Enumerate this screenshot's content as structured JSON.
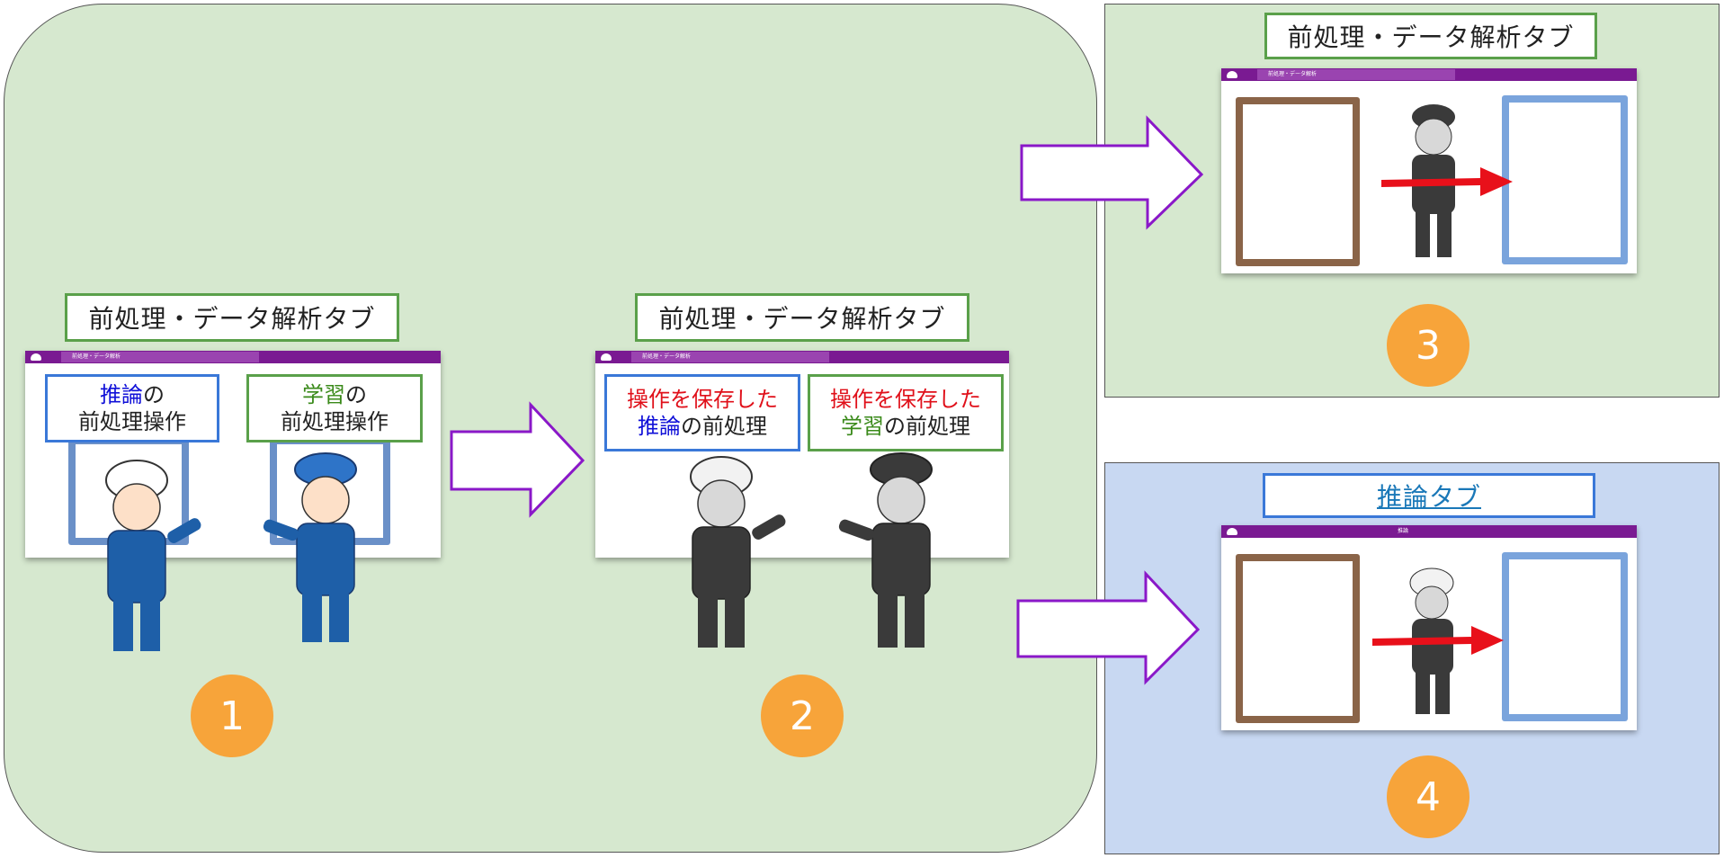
{
  "tab_preprocess": "前処理・データ解析タブ",
  "tab_inference": "推論タブ",
  "step1": {
    "box_left": {
      "highlight": "推論",
      "rest": "の",
      "line2": "前処理操作"
    },
    "box_right": {
      "highlight": "学習",
      "rest": "の",
      "line2": "前処理操作"
    }
  },
  "step2": {
    "box_left": {
      "line1": "操作を保存した",
      "highlight": "推論",
      "rest": "の前処理"
    },
    "box_right": {
      "line1": "操作を保存した",
      "highlight": "学習",
      "rest": "の前処理"
    }
  },
  "screen_bar_preprocess": "前処理・データ解析",
  "screen_bar_inference": "推論",
  "numbers": [
    "1",
    "2",
    "3",
    "4"
  ],
  "colors": {
    "green_panel": "#d6e8cf",
    "blue_panel": "#c8d8f2",
    "number_badge": "#f7a43a",
    "arrow_stroke": "#8a18c8",
    "title_bar": "#7a1a92"
  }
}
